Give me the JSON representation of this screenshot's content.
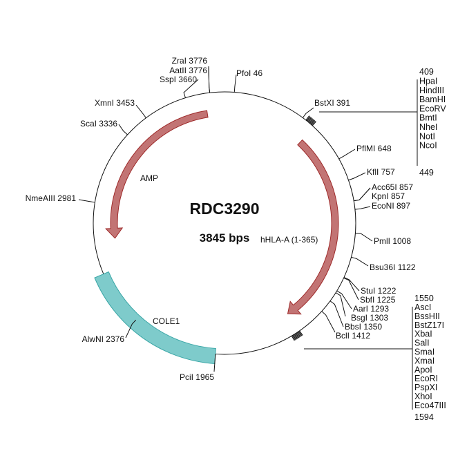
{
  "plasmid": {
    "name": "RDC3290",
    "size_label": "3845 bps",
    "length_bp": 3845
  },
  "features": [
    {
      "name": "AMP",
      "start": 3750,
      "end": 2800,
      "direction": "reverse",
      "type": "arrow",
      "color": "#c27474",
      "stroke": "#9e2a2a"
    },
    {
      "name": "hHLA-A (1-365)",
      "start": 460,
      "end": 1550,
      "direction": "forward",
      "type": "arrow",
      "color": "#c27474",
      "stroke": "#9e2a2a"
    },
    {
      "name": "COLE1",
      "start": 1965,
      "end": 2640,
      "type": "band",
      "color": "#7ecbcb",
      "stroke": "#3aa6a6"
    }
  ],
  "sites": [
    {
      "label": "ZraI 3776",
      "bp": 3776
    },
    {
      "label": "AatII 3776",
      "bp": 3776
    },
    {
      "label": "SspI 3660",
      "bp": 3660
    },
    {
      "label": "PfoI 46",
      "bp": 46
    },
    {
      "label": "XmnI 3453",
      "bp": 3453
    },
    {
      "label": "ScaI 3336",
      "bp": 3336
    },
    {
      "label": "NmeAIII 2981",
      "bp": 2981
    },
    {
      "label": "AlwNI 2376",
      "bp": 2376
    },
    {
      "label": "PciI 1965",
      "bp": 1965
    },
    {
      "label": "BstXI 391",
      "bp": 391
    },
    {
      "label": "PflMI 648",
      "bp": 648
    },
    {
      "label": "KflI 757",
      "bp": 757
    },
    {
      "label": "Acc65I 857",
      "bp": 857
    },
    {
      "label": "KpnI 857",
      "bp": 857
    },
    {
      "label": "EcoNI 897",
      "bp": 897
    },
    {
      "label": "PmlI 1008",
      "bp": 1008
    },
    {
      "label": "Bsu36I 1122",
      "bp": 1122
    },
    {
      "label": "StuI 1222",
      "bp": 1222
    },
    {
      "label": "SbfI 1225",
      "bp": 1225
    },
    {
      "label": "AarI 1293",
      "bp": 1293
    },
    {
      "label": "BsgI 1303",
      "bp": 1303
    },
    {
      "label": "BbsI 1350",
      "bp": 1350
    },
    {
      "label": "BclI 1412",
      "bp": 1412
    }
  ],
  "mcs1": {
    "start": 409,
    "end": 449,
    "start_label": "409",
    "end_label": "449",
    "enzymes": [
      "HpaI",
      "HindIII",
      "BamHI",
      "EcoRV",
      "BmtI",
      "NheI",
      "NotI",
      "NcoI"
    ]
  },
  "mcs2": {
    "start": 1550,
    "end": 1594,
    "start_label": "1550",
    "end_label": "1594",
    "enzymes": [
      "AscI",
      "BssHII",
      "BstZ17I",
      "XbaI",
      "SalI",
      "SmaI",
      "XmaI",
      "ApoI",
      "EcoRI",
      "PspXI",
      "XhoI",
      "Eco47III"
    ]
  }
}
